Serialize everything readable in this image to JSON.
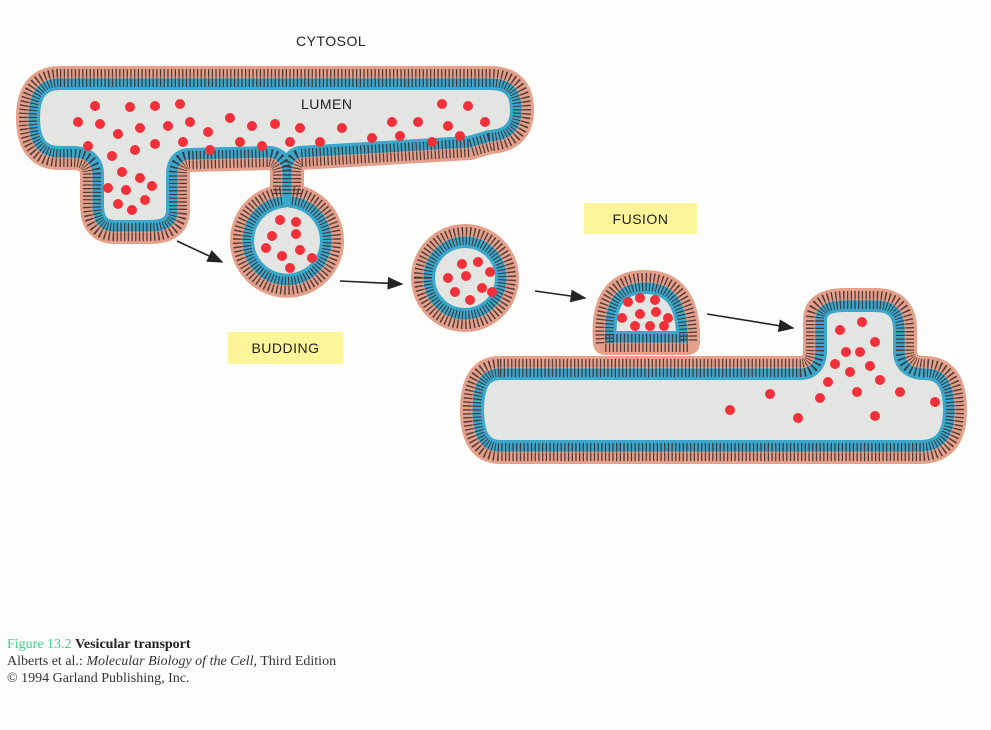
{
  "labels": {
    "cytosol": "CYTOSOL",
    "lumen": "LUMEN",
    "budding": "BUDDING",
    "fusion": "FUSION"
  },
  "caption": {
    "figure_number": "Figure 13.2",
    "title": "Vesicular transport",
    "source_prefix": "Alberts et al.: ",
    "book_title": "Molecular Biology of the Cell,",
    "edition": " Third Edition",
    "copyright": "© 1994 Garland Publishing, Inc."
  },
  "colors": {
    "outer_leaflet": "#e4a08a",
    "inner_leaflet": "#3aa8cc",
    "lipid_tails": "#3a2a2a",
    "lumen": "#e2e5e2",
    "cargo": "#f2303a",
    "label_box": "#fdf59a",
    "figure_number": "#3fd08a"
  }
}
